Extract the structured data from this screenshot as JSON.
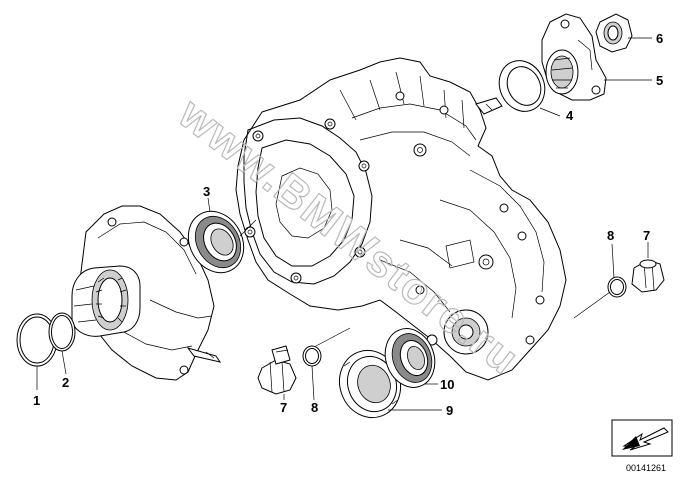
{
  "callouts": {
    "c1": "1",
    "c2": "2",
    "c3": "3",
    "c4": "4",
    "c5": "5",
    "c6": "6",
    "c7a": "7",
    "c7b": "7",
    "c8a": "8",
    "c8b": "8",
    "c9": "9",
    "c10": "10"
  },
  "watermark": "www.BMWstore.ru",
  "doc_id": "00141261",
  "colors": {
    "line": "#000000",
    "watermark": "#b9b9b9",
    "shade": "#cfcfcf"
  },
  "icons": {
    "nav": "arrow-down-left-icon"
  }
}
